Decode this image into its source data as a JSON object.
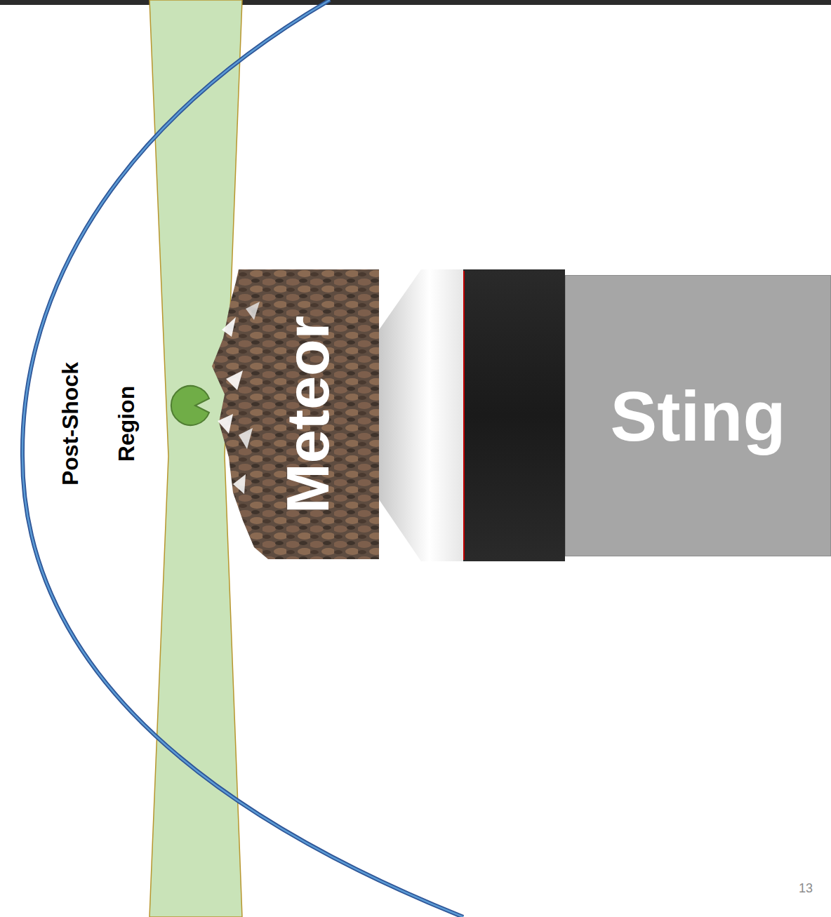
{
  "diagram": {
    "nodes": [
      {
        "text": [
          "Meteor"
        ]
      },
      {
        "text": [
          "Sting"
        ]
      }
    ],
    "labels": [
      "Post-Shock Region",
      "13"
    ]
  }
}
